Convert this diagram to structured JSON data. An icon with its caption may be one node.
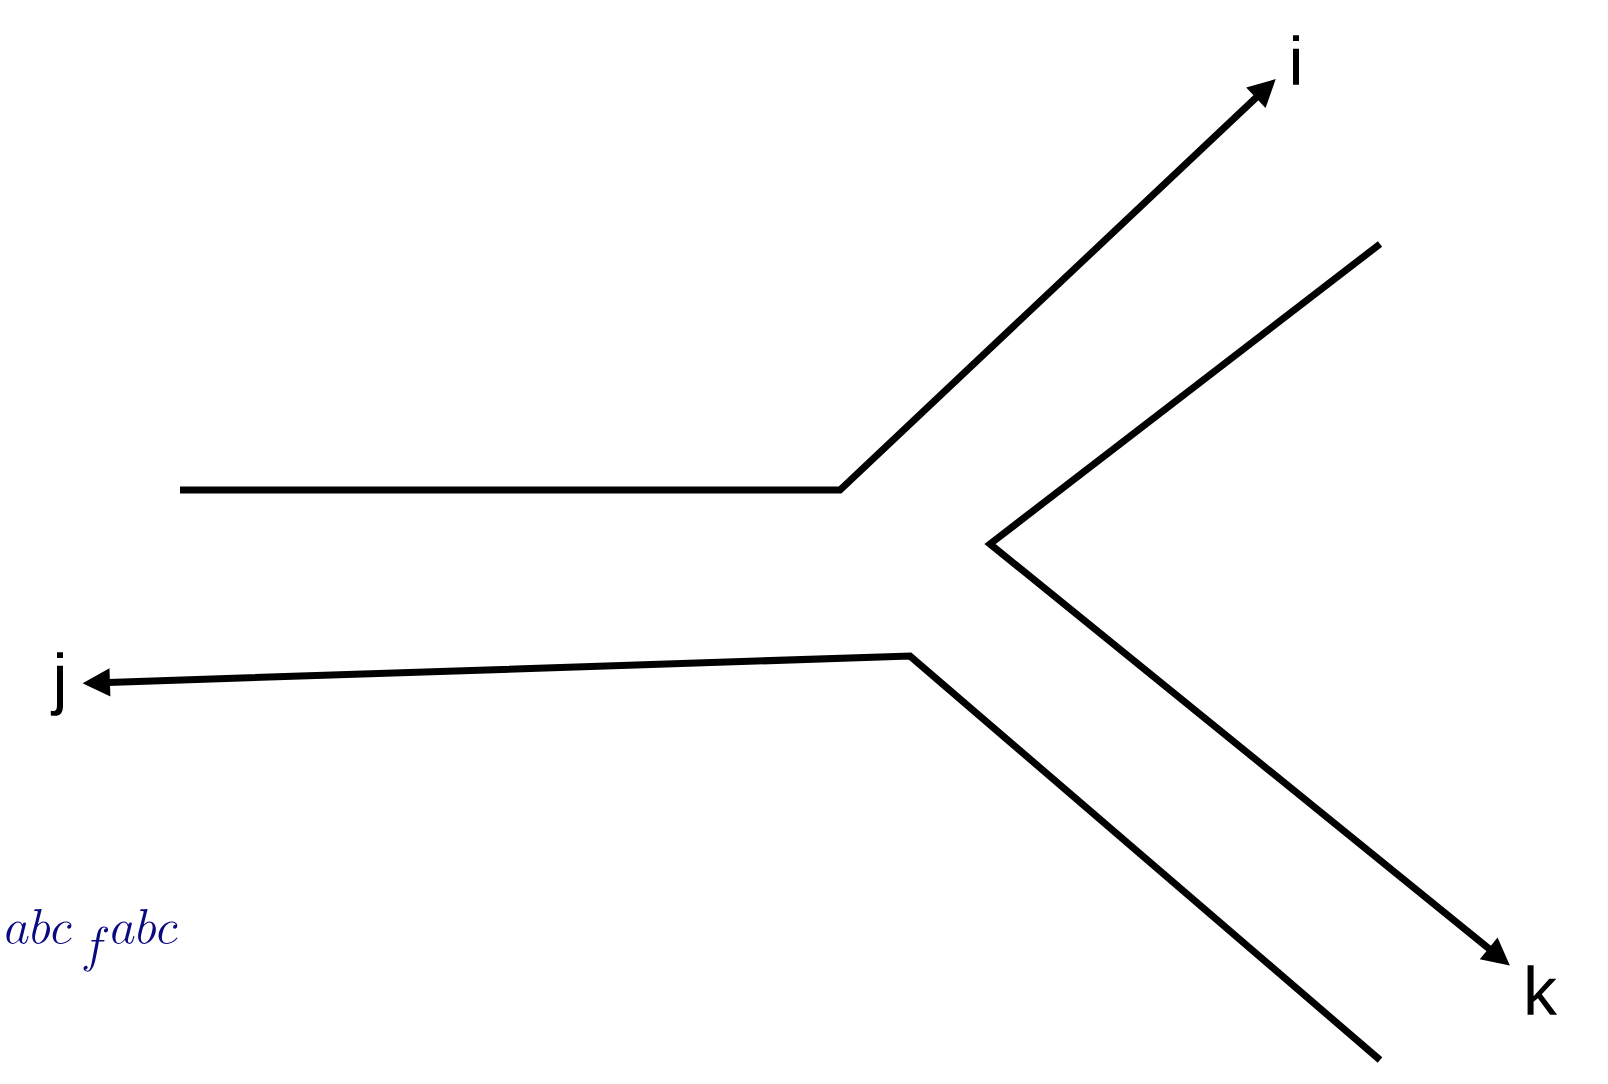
{
  "diagram": {
    "nodes": [
      {
        "text": [
          "i"
        ]
      },
      {
        "text": [
          "j"
        ]
      },
      {
        "text": [
          "k"
        ]
      }
    ],
    "edges": [
      {
        "from": null,
        "to": 0,
        "arrow": "to"
      },
      {
        "from": null,
        "to": 1,
        "arrow": "to"
      },
      {
        "from": null,
        "to": 2,
        "arrow": "to"
      }
    ],
    "labels": [
      "{}^{abc}\\,f^{abc}"
    ]
  }
}
